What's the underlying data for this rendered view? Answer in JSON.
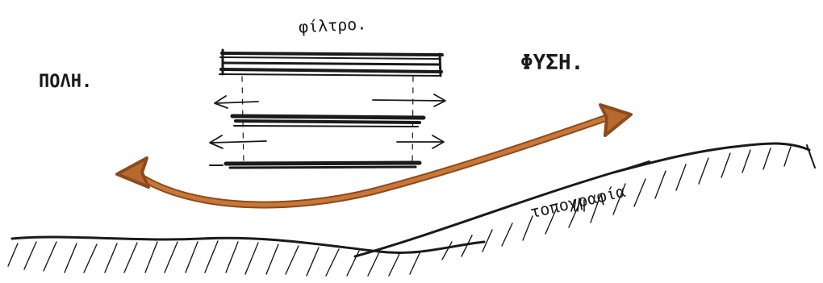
{
  "labels": {
    "filter": "φίλτρο.",
    "city": "ΠΟΛΗ.",
    "nature": "ΦΥΣΗ.",
    "topography": "τοπογραφία"
  },
  "colors": {
    "ink": "#1a1a1a",
    "arrow": "#b8692e",
    "arrow_dark": "#8e4a1c"
  }
}
